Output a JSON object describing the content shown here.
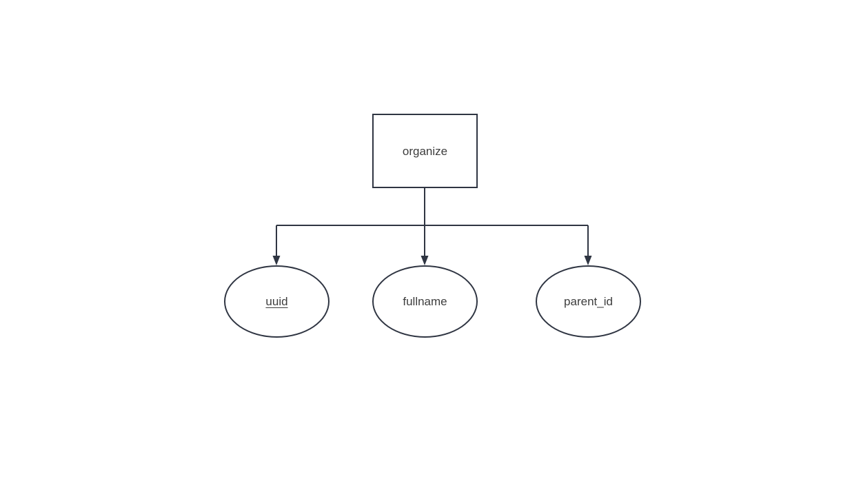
{
  "diagram": {
    "entity": {
      "label": "organize"
    },
    "attributes": [
      {
        "label": "uuid",
        "underlined": true
      },
      {
        "label": "fullname",
        "underlined": false
      },
      {
        "label": "parent_id",
        "underlined": false
      }
    ],
    "colors": {
      "stroke": "#2f3542",
      "text": "#3d3d3d",
      "background": "#ffffff"
    }
  }
}
